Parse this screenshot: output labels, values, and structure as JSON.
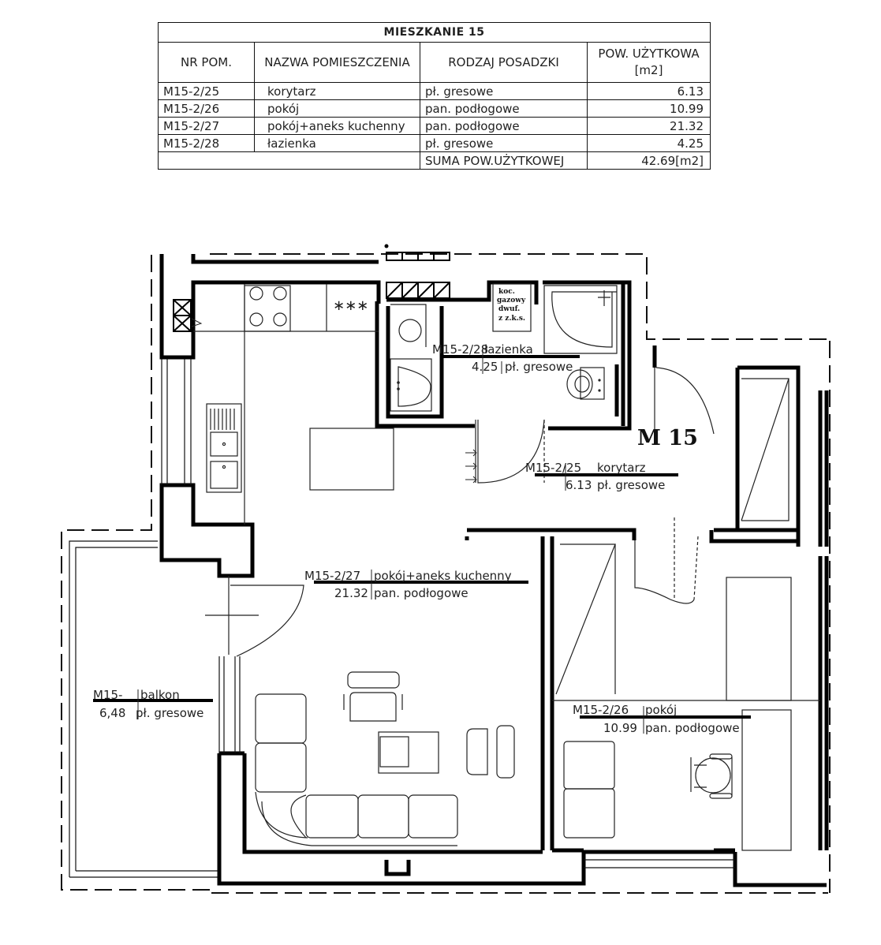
{
  "table": {
    "title": "MIESZKANIE 15",
    "headers": {
      "nr": "NR POM.",
      "name": "NAZWA POMIESZCZENIA",
      "floor": "RODZAJ POSADZKI",
      "area_line1": "POW. UŻYTKOWA",
      "area_line2": "[m2]"
    },
    "rows": [
      {
        "nr": "M15-2/25",
        "name": "korytarz",
        "floor": "pł. gresowe",
        "area": "6.13"
      },
      {
        "nr": "M15-2/26",
        "name": "pokój",
        "floor": "pan. podłogowe",
        "area": "10.99"
      },
      {
        "nr": "M15-2/27",
        "name": "pokój+aneks kuchenny",
        "floor": "pan. podłogowe",
        "area": "21.32"
      },
      {
        "nr": "M15-2/28",
        "name": "łazienka",
        "floor": "pł. gresowe",
        "area": "4.25"
      }
    ],
    "sum_label": "SUMA POW.UŻYTKOWEJ",
    "sum_value": "42.69[m2]"
  },
  "plan": {
    "apartment_label": "M 15",
    "boiler": {
      "line1": "koc.",
      "line2": "gazowy",
      "line3": "dwuf.",
      "line4": "z z.k.s."
    },
    "rooms": {
      "bathroom": {
        "code": "M15-2/28",
        "name": "łazienka",
        "area": "4.25",
        "floor": "pł. gresowe"
      },
      "corridor": {
        "code": "M15-2/25",
        "name": "korytarz",
        "area": "6.13",
        "floor": "pł. gresowe"
      },
      "living": {
        "code": "M15-2/27",
        "name": "pokój+aneks kuchenny",
        "area": "21.32",
        "floor": "pan. podłogowe"
      },
      "balcony": {
        "code": "M15-",
        "name": "balkon",
        "area": "6,48",
        "floor": "pł. gresowe"
      },
      "bedroom": {
        "code": "M15-2/26",
        "name": "pokój",
        "area": "10.99",
        "floor": "pan. podłogowe"
      }
    },
    "hob_symbol": "∗∗∗"
  }
}
